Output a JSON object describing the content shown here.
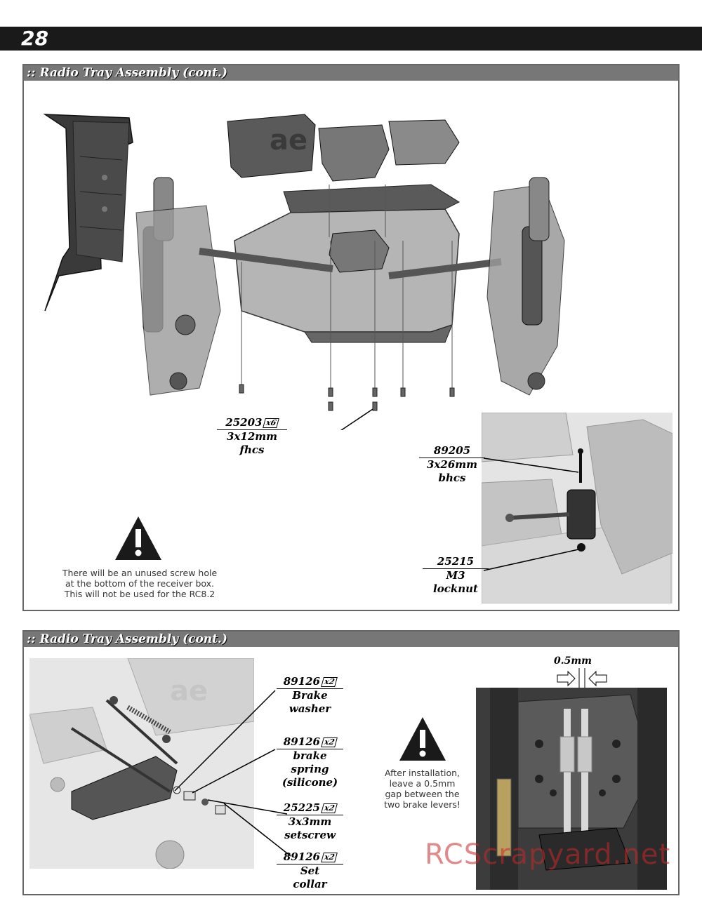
{
  "page": {
    "number": "28"
  },
  "section1": {
    "title": ":: Radio Tray Assembly (cont.)",
    "parts": [
      {
        "number": "25203",
        "qty": "x6",
        "line2": "3x12mm",
        "line3": "fhcs"
      },
      {
        "number": "89205",
        "qty": "",
        "line2": "3x26mm",
        "line3": "bhcs"
      },
      {
        "number": "25215",
        "qty": "",
        "line2": "M3",
        "line3": "locknut"
      }
    ],
    "note": [
      "There will be an unused screw hole",
      "at the bottom of the receiver box.",
      "This will not be used for the RC8.2"
    ],
    "logo_text": "ae"
  },
  "section2": {
    "title": ":: Radio Tray Assembly (cont.)",
    "parts": [
      {
        "number": "89126",
        "qty": "x2",
        "line2": "Brake",
        "line3": "washer"
      },
      {
        "number": "89126",
        "qty": "x2",
        "line2": "brake",
        "line3": "spring",
        "line4": "(silicone)"
      },
      {
        "number": "25225",
        "qty": "x2",
        "line2": "3x3mm",
        "line3": "setscrew"
      },
      {
        "number": "89126",
        "qty": "x2",
        "line2": "Set",
        "line3": "collar"
      }
    ],
    "note": [
      "After installation,",
      "leave a 0.5mm",
      "gap between the",
      "two brake levers!"
    ],
    "gap_label": "0.5mm"
  },
  "watermark": "RCScrapyard.net",
  "colors": {
    "header_bar": "#1a1a1a",
    "section_bar": "#777777",
    "watermark": "#c82828"
  }
}
